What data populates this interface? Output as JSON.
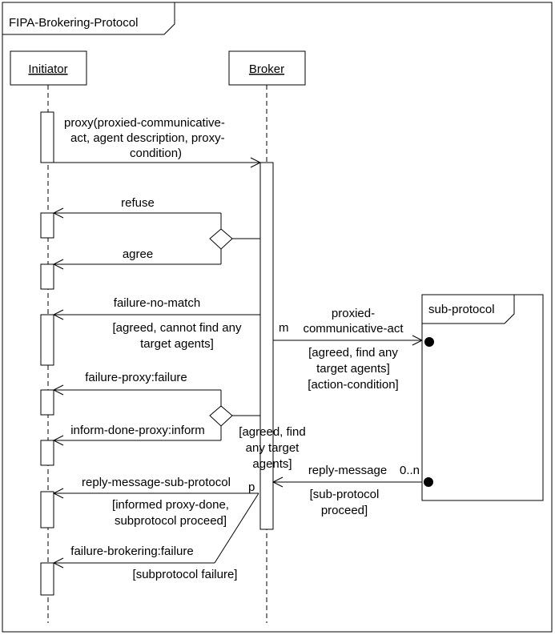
{
  "frame": {
    "title": "FIPA-Brokering-Protocol"
  },
  "lifelines": [
    {
      "label": "Initiator"
    },
    {
      "label": "Broker"
    }
  ],
  "messages": {
    "proxy": [
      "proxy(proxied-communicative-",
      "act, agent description, proxy-",
      "condition)"
    ],
    "refuse": "refuse",
    "agree": "agree",
    "failure_no_match": "failure-no-match",
    "failure_no_match_guard": [
      "[agreed, cannot find any",
      "target agents]"
    ],
    "proxied_act": [
      "proxied-",
      "communicative-act"
    ],
    "proxied_act_multiplicity": "m",
    "proxied_act_guard": [
      "[agreed, find any",
      "target agents]",
      "[action-condition]"
    ],
    "failure_proxy": "failure-proxy:failure",
    "inform_done_proxy": "inform-done-proxy:inform",
    "inform_done_guard": [
      "[agreed, find",
      "any target",
      "agents]"
    ],
    "reply_message": "reply-message",
    "reply_message_multiplicity": "0..n",
    "reply_message_guard": [
      "[sub-protocol",
      "proceed]"
    ],
    "reply_message_sub_protocol": "reply-message-sub-protocol",
    "reply_sub_multiplicity": "p",
    "reply_sub_guard": [
      "[informed proxy-done,",
      "subprotocol proceed]"
    ],
    "failure_brokering": "failure-brokering:failure",
    "failure_brokering_guard": "[subprotocol failure]"
  },
  "subprotocol": {
    "title": "sub-protocol"
  }
}
